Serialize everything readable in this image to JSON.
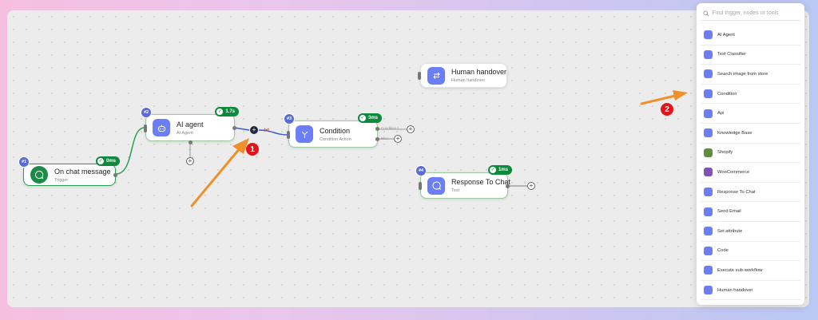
{
  "nodes": {
    "trigger": {
      "num": "#1",
      "title": "On chat message",
      "sub": "Trigger",
      "time": "0ms"
    },
    "ai_agent": {
      "num": "#2",
      "title": "AI agent",
      "sub": "AI Agent",
      "time": "1.7s"
    },
    "condition": {
      "num": "#3",
      "title": "Condition",
      "sub": "Condition Action",
      "time": "3ms",
      "out_true": "Condition 1",
      "out_false": "Else"
    },
    "human": {
      "title": "Human handover",
      "sub": "Human handover"
    },
    "response": {
      "num": "#4",
      "title": "Response To Chat",
      "sub": "Text",
      "time": "1ms"
    }
  },
  "callouts": [
    "1",
    "2"
  ],
  "panel": {
    "search_placeholder": "Find trigger, nodes or tools",
    "items": [
      {
        "label": "AI Agent",
        "icon": "robot-icon"
      },
      {
        "label": "Text Classifier",
        "icon": "branch-icon"
      },
      {
        "label": "Search image from store",
        "icon": "image-search-icon"
      },
      {
        "label": "Condition",
        "icon": "condition-icon"
      },
      {
        "label": "Api",
        "icon": "api-icon"
      },
      {
        "label": "Knowledge Base",
        "icon": "database-icon"
      },
      {
        "label": "Shopify",
        "icon": "shopify-icon"
      },
      {
        "label": "WooCommerce",
        "icon": "woocommerce-icon"
      },
      {
        "label": "Response To Chat",
        "icon": "chat-icon"
      },
      {
        "label": "Send Email",
        "icon": "email-icon"
      },
      {
        "label": "Set attribute",
        "icon": "brackets-icon"
      },
      {
        "label": "Code",
        "icon": "code-icon"
      },
      {
        "label": "Execute sub-workflow",
        "icon": "subflow-icon"
      },
      {
        "label": "Human handover",
        "icon": "handover-icon"
      }
    ]
  },
  "colors": {
    "accent": "#6b7ef3",
    "success": "#0e8a3d",
    "callout": "#e4141b",
    "arrow": "#f0902a"
  }
}
